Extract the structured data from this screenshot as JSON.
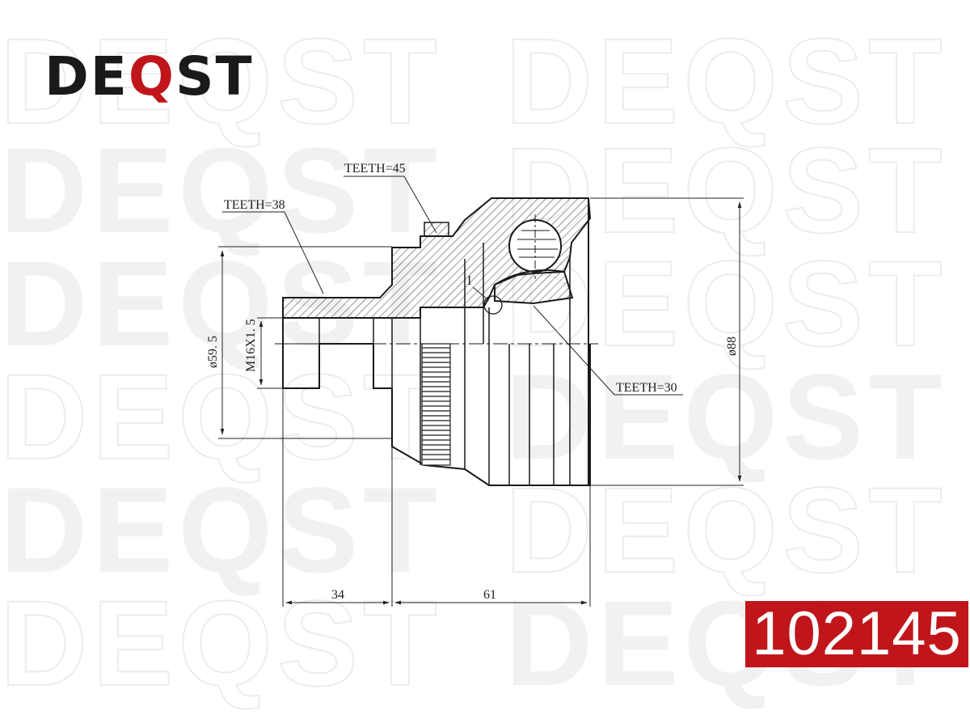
{
  "brand": {
    "prefix": "DE",
    "highlight": "Q",
    "suffix": "ST",
    "accent_color": "#c0161b",
    "text_color": "#1a1a1a"
  },
  "watermark": {
    "text": "DEQST",
    "color": "#ececec"
  },
  "part_number": {
    "value": "102145",
    "background": "#c0161b"
  },
  "drawing": {
    "callouts": {
      "teeth_outer": "TEETH=45",
      "teeth_shaft": "TEETH=38",
      "teeth_inner": "TEETH=30",
      "detail_mark": "I"
    },
    "dimensions": {
      "diameter_left": "ø59. 5",
      "thread": "M16X1. 5",
      "diameter_right": "ø88",
      "length_shaft": "34",
      "length_body": "61"
    }
  }
}
